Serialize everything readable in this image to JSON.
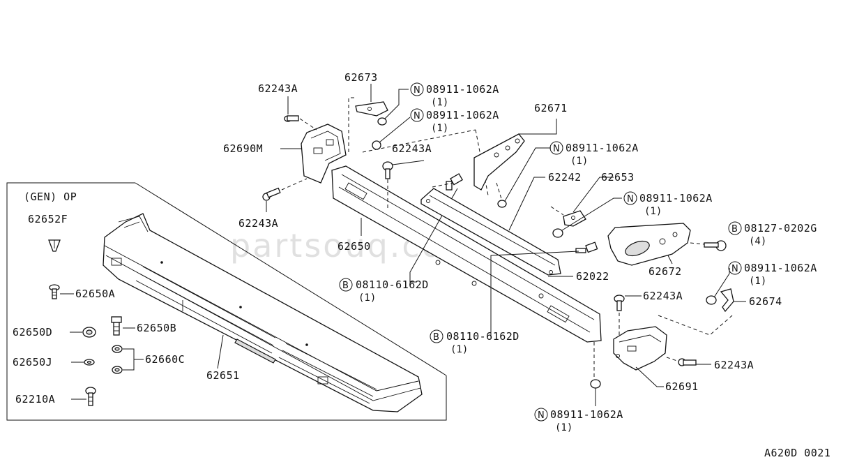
{
  "watermark": "partsouq.com",
  "diagram_code": "A620D 0021",
  "inset_title": "(GEN) OP",
  "prefix_n": "N",
  "prefix_b": "B",
  "labels": {
    "p62673": "62673",
    "p62243A_1": "62243A",
    "n1_code": "08911-1062A",
    "n1_qty": "(1)",
    "n2_code": "08911-1062A",
    "n2_qty": "(1)",
    "p62671": "62671",
    "p62690M": "62690M",
    "p62243A_2": "62243A",
    "n3_code": "08911-1062A",
    "n3_qty": "(1)",
    "p62242": "62242",
    "p62653": "62653",
    "n4_code": "08911-1062A",
    "n4_qty": "(1)",
    "p62243A_3": "62243A",
    "b1_code": "08127-0202G",
    "b1_qty": "(4)",
    "p62650": "62650",
    "p62672": "62672",
    "p62022": "62022",
    "n5_code": "08911-1062A",
    "n5_qty": "(1)",
    "b2_code": "08110-6162D",
    "b2_qty": "(1)",
    "p62243A_4": "62243A",
    "p62674": "62674",
    "b3_code": "08110-6162D",
    "b3_qty": "(1)",
    "p62243A_5": "62243A",
    "p62691": "62691",
    "n6_code": "08911-1062A",
    "n6_qty": "(1)",
    "p62652F": "62652F",
    "p62650A": "62650A",
    "p62650D": "62650D",
    "p62650B": "62650B",
    "p62650J": "62650J",
    "p62660C": "62660C",
    "p62651": "62651",
    "p62210A": "62210A"
  }
}
